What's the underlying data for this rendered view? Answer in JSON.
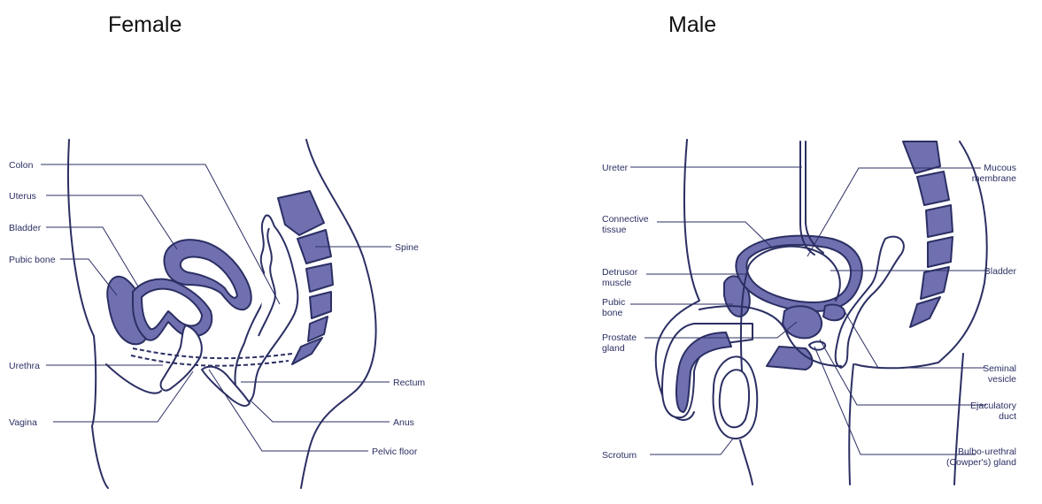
{
  "headings": {
    "female": "Female",
    "male": "Male"
  },
  "female": {
    "colon": "Colon",
    "uterus": "Uterus",
    "bladder": "Bladder",
    "pubic_bone": "Pubic bone",
    "urethra": "Urethra",
    "vagina": "Vagina",
    "spine": "Spine",
    "rectum": "Rectum",
    "anus": "Anus",
    "pelvic_floor": "Pelvic floor"
  },
  "male": {
    "ureter": "Ureter",
    "connective_tissue": [
      "Connective",
      "tissue"
    ],
    "detrusor_muscle": [
      "Detrusor",
      "muscle"
    ],
    "pubic_bone": [
      "Pubic",
      "bone"
    ],
    "prostate_gland": [
      "Prostate",
      "gland"
    ],
    "scrotum": "Scrotum",
    "mucous_membrane": [
      "Mucous",
      "membrane"
    ],
    "bladder": "Bladder",
    "seminal_vesicle": [
      "Seminal",
      "vesicle"
    ],
    "ejaculatory_duct": [
      "Ejaculatory",
      "duct"
    ],
    "bulbourethral_gland": [
      "Bulbo-urethral",
      "(Cowper's) gland"
    ]
  },
  "colors": {
    "ink": "#2b2f63",
    "organ_fill": "#7070b0"
  }
}
